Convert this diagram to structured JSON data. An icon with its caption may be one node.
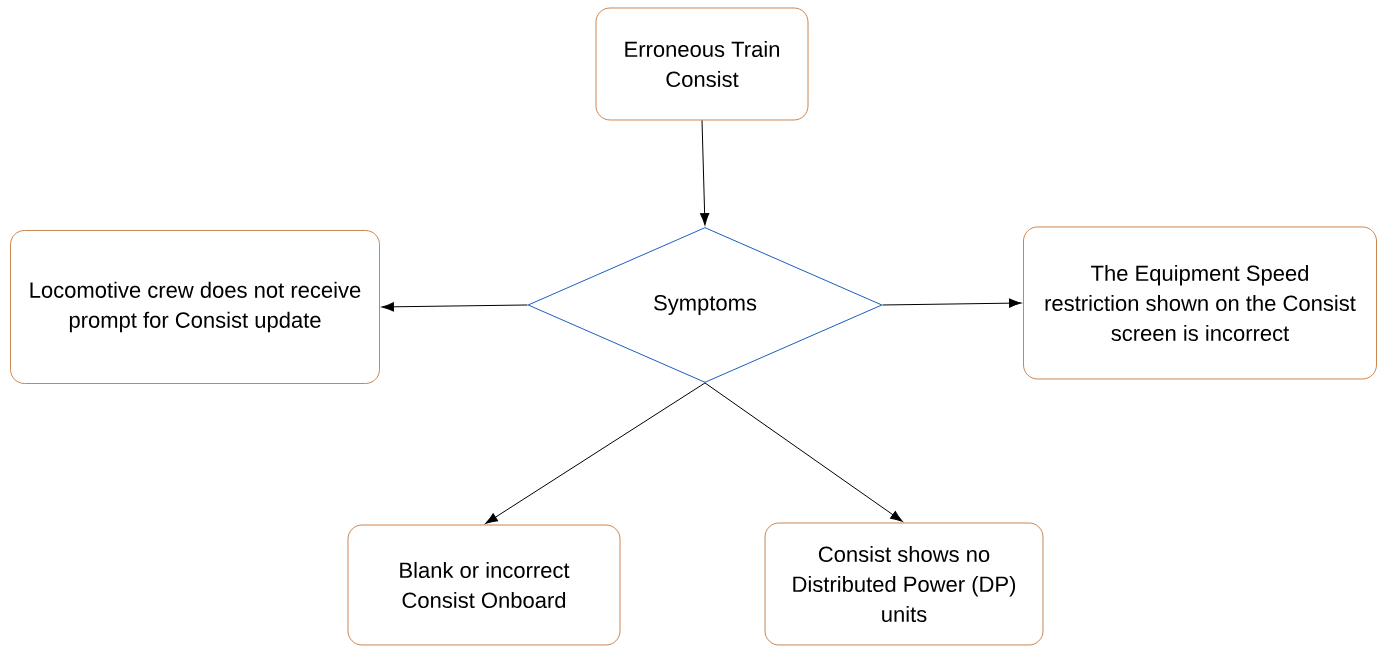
{
  "diagram": {
    "nodes": [
      {
        "text": [
          "Erroneous Train Consist"
        ]
      },
      {
        "text": [
          "Symptoms"
        ]
      },
      {
        "text": [
          "Locomotive crew does not receive prompt for Consist update"
        ]
      },
      {
        "text": [
          "The Equipment Speed restriction shown on the Consist screen is incorrect"
        ]
      },
      {
        "text": [
          "Blank or incorrect Consist Onboard"
        ]
      },
      {
        "text": [
          "Consist shows no Distributed Power (DP) units"
        ]
      }
    ],
    "edges": [
      {
        "from": 0,
        "to": 1,
        "arrow": "to"
      },
      {
        "from": 1,
        "to": 2,
        "arrow": "to"
      },
      {
        "from": 1,
        "to": 3,
        "arrow": "to"
      },
      {
        "from": 1,
        "to": 4,
        "arrow": "to"
      },
      {
        "from": 1,
        "to": 5,
        "arrow": "to"
      }
    ]
  }
}
